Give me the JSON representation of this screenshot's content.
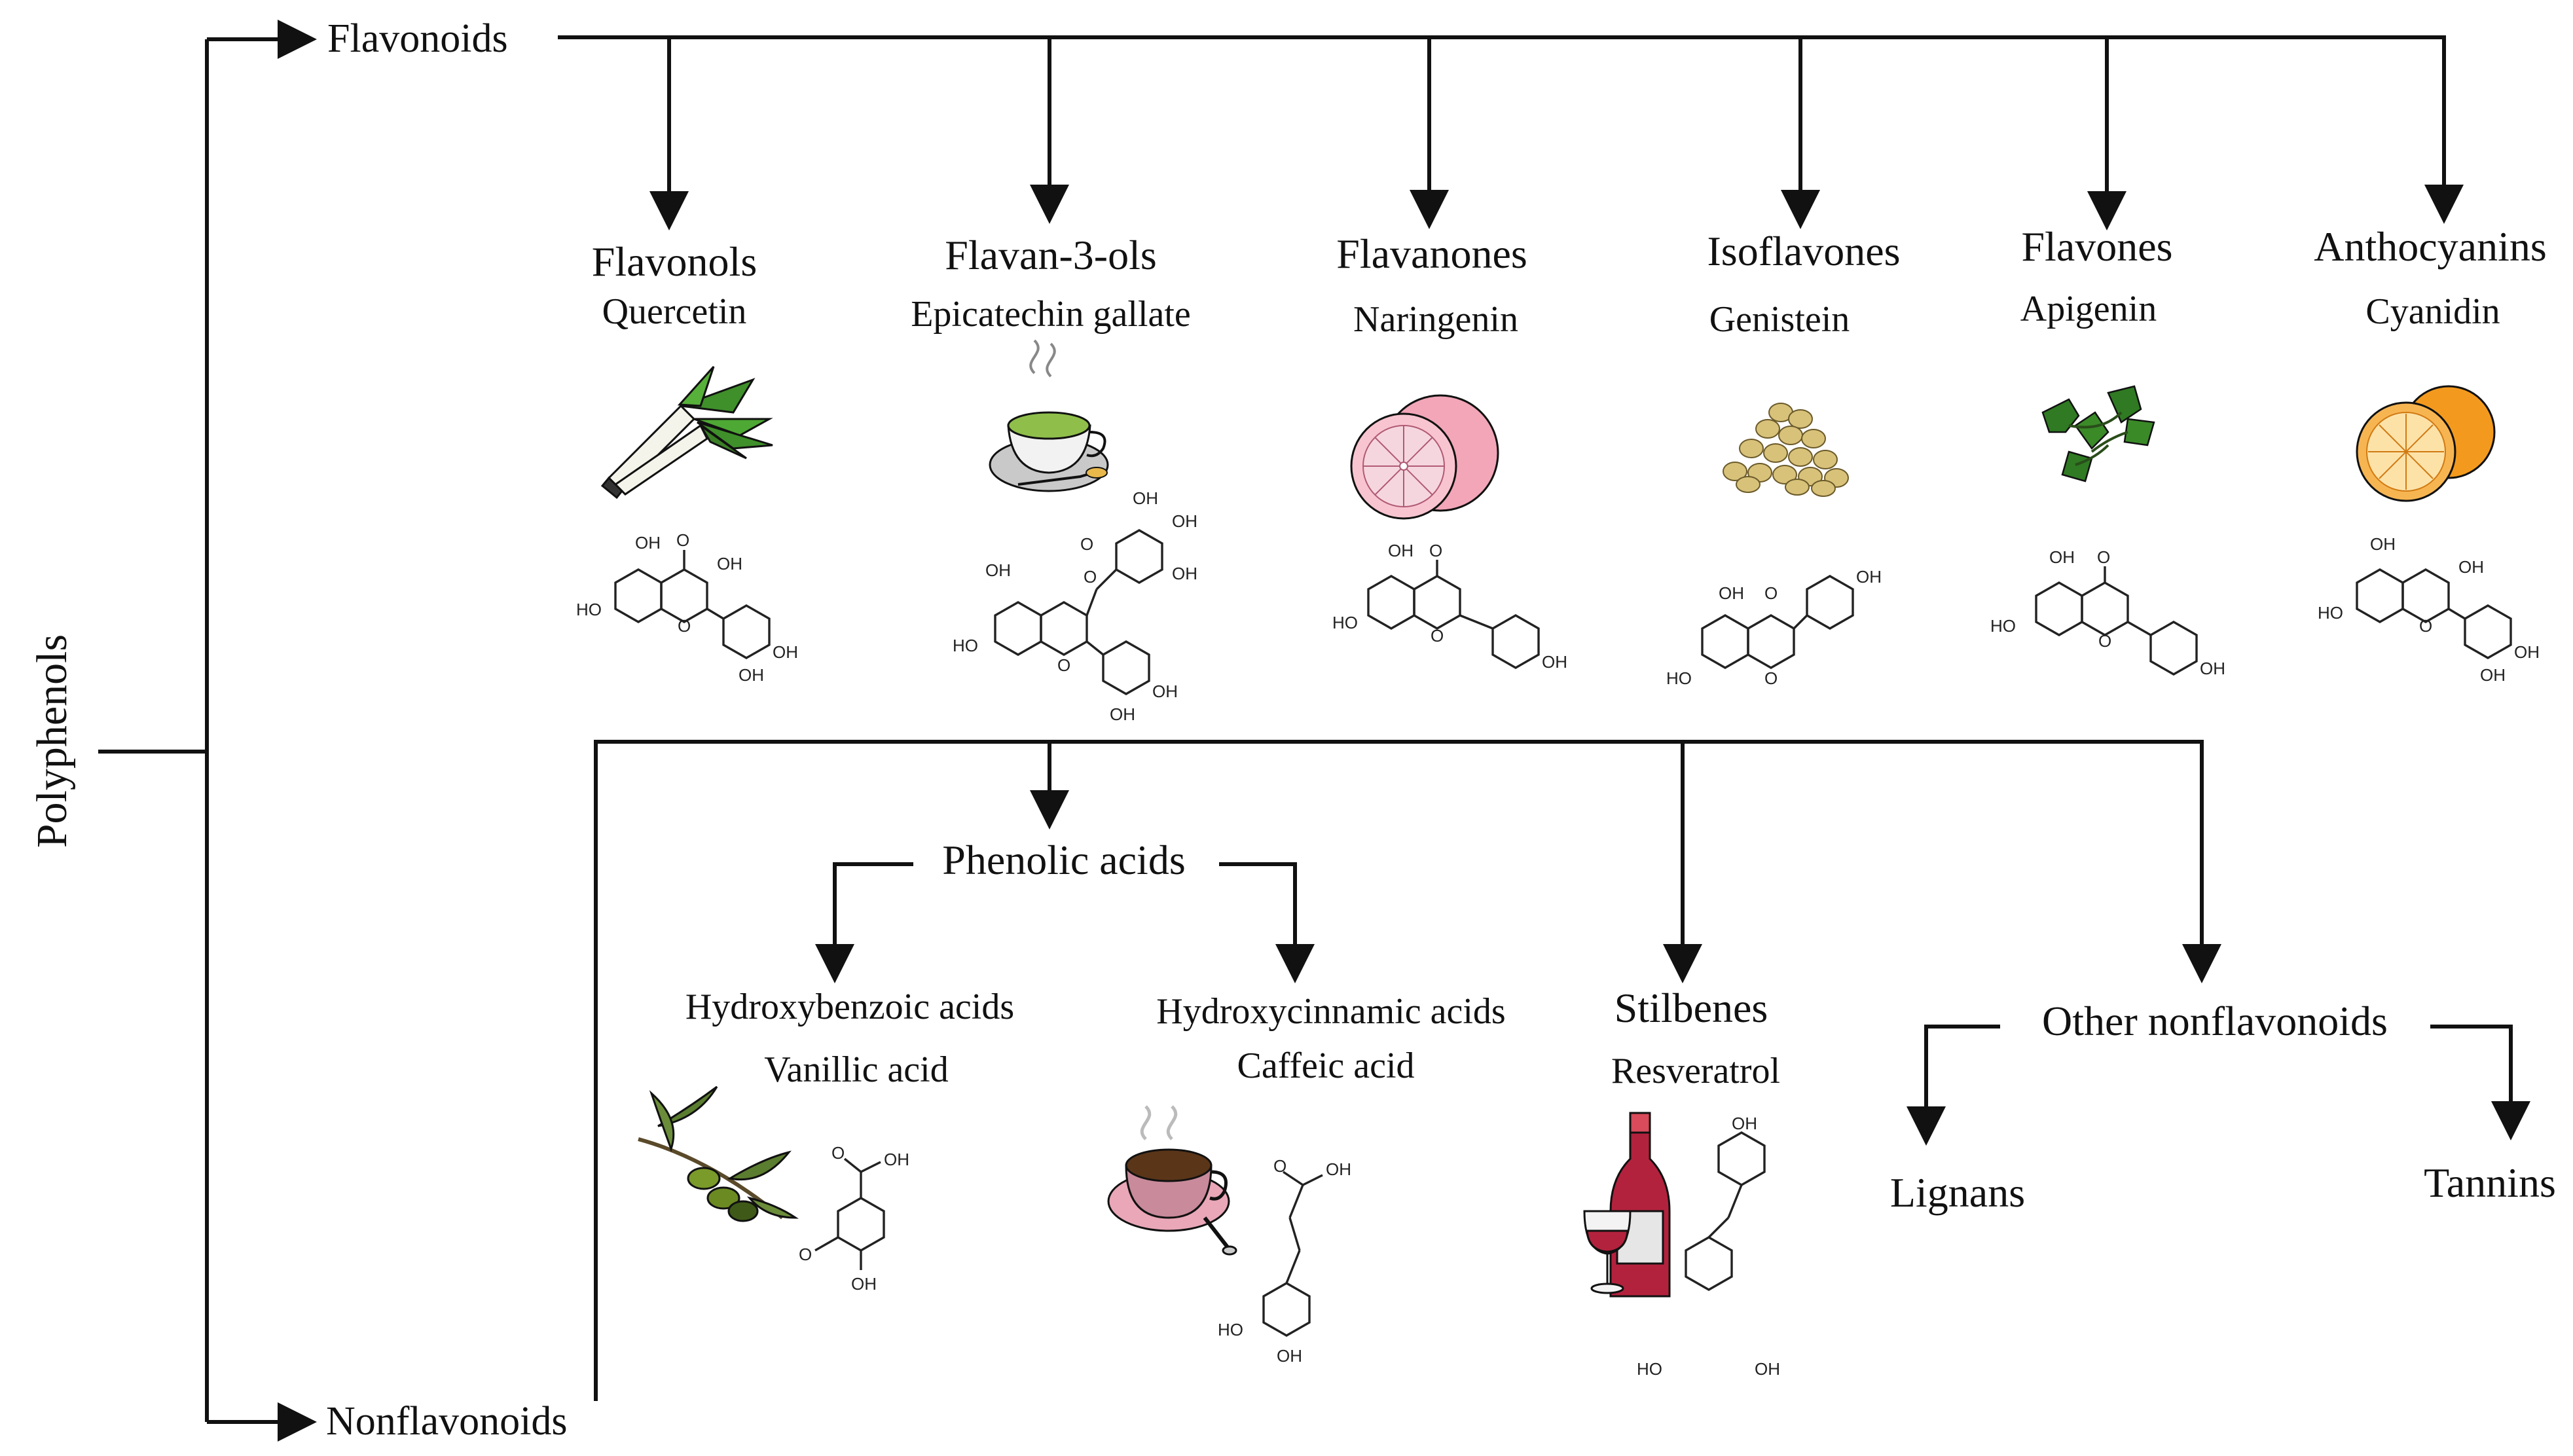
{
  "root": "Polyphenols",
  "flavonoids": {
    "label": "Flavonoids",
    "classes": [
      {
        "name": "Flavonols",
        "example": "Quercetin",
        "icon": "leek-icon"
      },
      {
        "name": "Flavan-3-ols",
        "example": "Epicatechin gallate",
        "icon": "tea-cup-icon"
      },
      {
        "name": "Flavanones",
        "example": "Naringenin",
        "icon": "grapefruit-icon"
      },
      {
        "name": "Isoflavones",
        "example": "Genistein",
        "icon": "soybeans-icon"
      },
      {
        "name": "Flavones",
        "example": "Apigenin",
        "icon": "parsley-icon"
      },
      {
        "name": "Anthocyanins",
        "example": "Cyanidin",
        "icon": "orange-icon"
      }
    ]
  },
  "nonflavonoids": {
    "label": "Nonflavonoids",
    "phenolic_acids": {
      "label": "Phenolic acids",
      "hydroxybenzoic": {
        "name": "Hydroxybenzoic acids",
        "example": "Vanillic  acid",
        "icon": "olive-branch-icon"
      },
      "hydroxycinnamic": {
        "name": "Hydroxycinnamic  acids",
        "example": "Caffeic acid",
        "icon": "coffee-cup-icon"
      }
    },
    "stilbenes": {
      "name": "Stilbenes",
      "example": "Resveratrol",
      "icon": "wine-bottle-icon"
    },
    "other": {
      "label": "Other nonflavonoids",
      "lignans": "Lignans",
      "tannins": "Tannins"
    }
  },
  "chem_labels": {
    "oh": "OH",
    "ho": "HO",
    "o": "O",
    "o_minus": "O"
  },
  "colors": {
    "line": "#111111",
    "leaf_green": "#3f8f2a",
    "grapefruit": "#f2a6b8",
    "orange": "#f39a1e",
    "wine": "#b3223d",
    "soy": "#d8c27a",
    "tea_green": "#8fbf4a",
    "saucer": "#c9c9c9"
  }
}
